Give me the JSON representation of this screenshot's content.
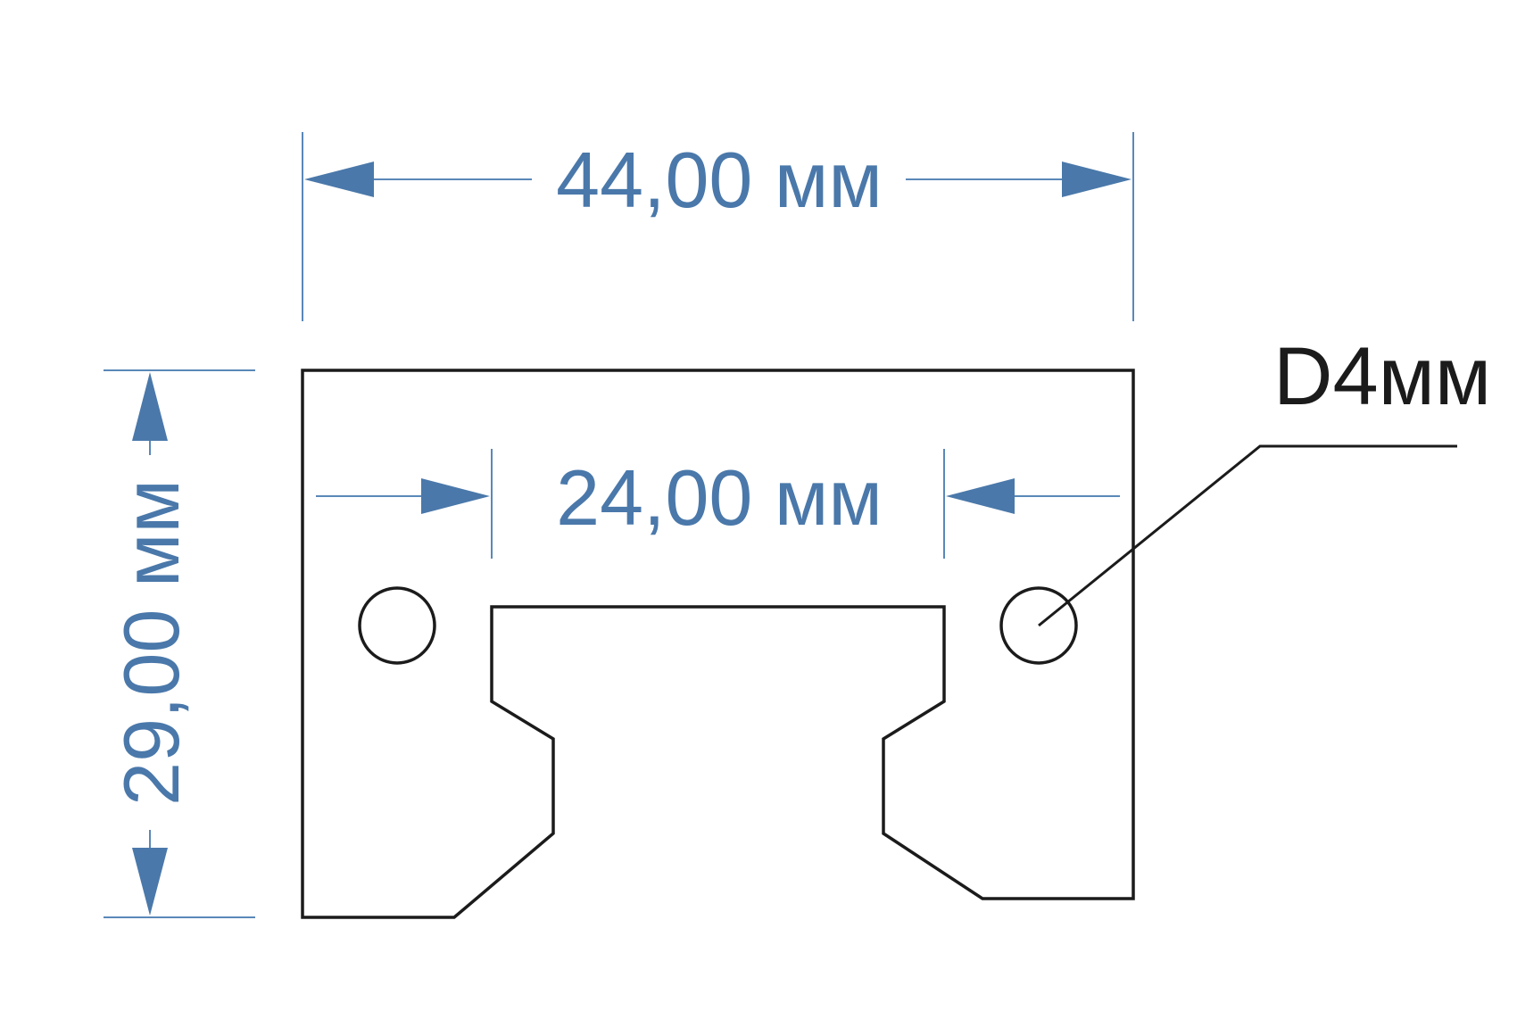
{
  "diagram": {
    "dimensions": {
      "width_label": "44,00 мм",
      "height_label": "29,00 мм",
      "inner_width_label": "24,00 мм"
    },
    "callout": {
      "hole_label": "D4мм"
    },
    "colors": {
      "dimension": "#4a78aa",
      "outline": "#1b1b1b",
      "background": "#ffffff"
    }
  }
}
